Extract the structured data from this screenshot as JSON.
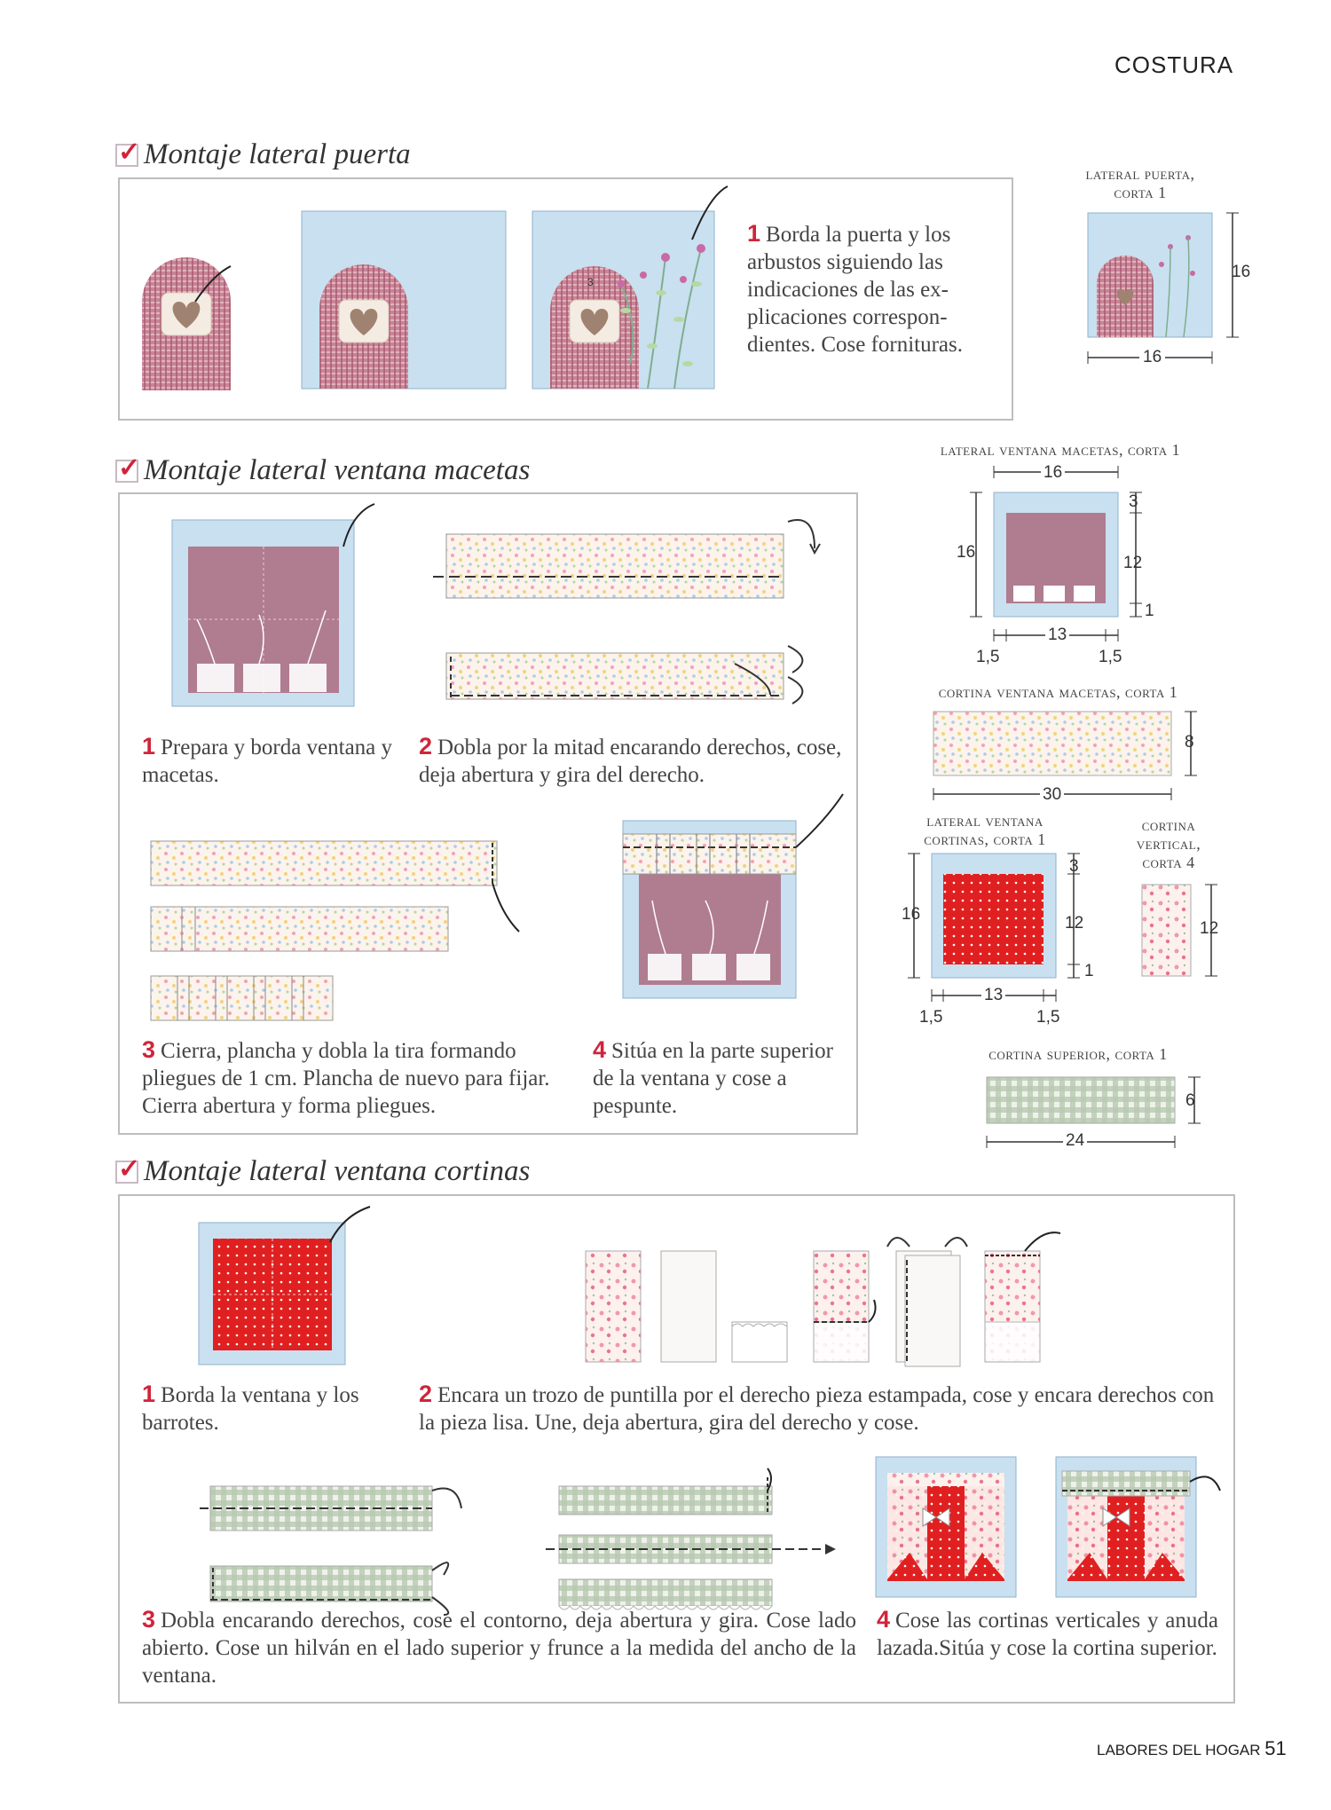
{
  "header": {
    "section": "COSTURA"
  },
  "section1": {
    "title": "Montaje lateral puerta",
    "step1": {
      "num": "1",
      "text": "Borda la puerta y los arbustos siguiendo las indicaciones de las ex­plicaciones correspon­dientes. Cose forni­turas."
    },
    "step_mark": "3",
    "pattern": {
      "label_line1": "lateral puerta,",
      "label_line2": "corta 1",
      "width": "16",
      "height": "16"
    }
  },
  "section2": {
    "title": "Montaje lateral ventana macetas",
    "step1": {
      "num": "1",
      "text": "Prepara y borda ven­tana y macetas."
    },
    "step2": {
      "num": "2",
      "text": "Dobla por la mitad encarando derechos, cose, deja abertura y gira del derecho."
    },
    "step3": {
      "num": "3",
      "text": "Cierra, plancha y dobla la tira formando pliegues de 1 cm. Plancha de nuevo para fijar. Cierra abertura y forma pliegues."
    },
    "step4": {
      "num": "4",
      "text": "Sitúa en la parte supe­rior de la ventana y cose a pespunte."
    }
  },
  "patterns": {
    "macetas": {
      "label": "lateral ventana macetas, corta 1",
      "top": "16",
      "left": "16",
      "r_top": "3",
      "r_mid": "12",
      "r_bot": "1",
      "b_left": "1,5",
      "b_mid": "13",
      "b_right": "1,5"
    },
    "cortina_macetas": {
      "label": "cortina ventana macetas, corta 1",
      "width": "30",
      "height": "8"
    },
    "lateral_cortinas": {
      "label_line1": "lateral ventana",
      "label_line2": "cortinas, corta 1",
      "left": "16",
      "r_top": "3",
      "r_mid": "12",
      "r_bot": "1",
      "b_left": "1,5",
      "b_mid": "13",
      "b_right": "1,5"
    },
    "cortina_vertical": {
      "label_line1": "cortina",
      "label_line2": "vertical,",
      "label_line3": "corta 4",
      "height": "12"
    },
    "cortina_superior": {
      "label": "cortina superior, corta 1",
      "width": "24",
      "height": "6"
    }
  },
  "section3": {
    "title": "Montaje lateral ventana cortinas",
    "step1": {
      "num": "1",
      "text": "Borda la ventana y los barrotes."
    },
    "step2": {
      "num": "2",
      "text": "Encara un trozo de puntilla por el derecho pieza estampada, cose y encara derechos con la pieza lisa. Une, deja abertura, gira del derecho y cose."
    },
    "step3": {
      "num": "3",
      "text": "Dobla encarando derechos, cose el contorno, deja abertura y gira. Cose lado abierto. Cose un hilván en el lado superior y frunce a la medida del ancho de la ventana."
    },
    "step4": {
      "num": "4",
      "text": "Cose las cortinas verticales y anuda lazada.Sitúa y cose la cor­tina superior."
    }
  },
  "footer": {
    "magazine": "LABORES DEL HOGAR",
    "page": "51"
  },
  "colors": {
    "accent_red": "#d0243a",
    "window_blue": "#c9e0f0",
    "window_mauve": "#b07c90",
    "plaid_pink": "#c98597",
    "polka_red": "#e02020",
    "gingham_green": "#9fb69a"
  }
}
